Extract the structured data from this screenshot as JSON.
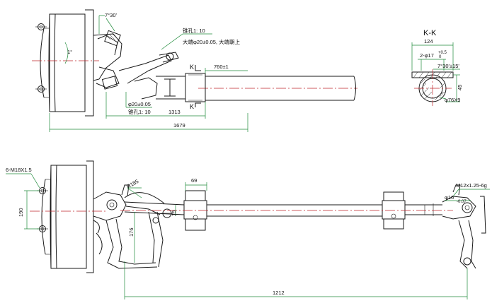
{
  "top_view": {
    "angle_7_30": "7°30'",
    "angle_1": "1°",
    "taper_note_1": "锥孔1: 10",
    "taper_note_2": "大端φ20±0.05, 大端朝上",
    "dim_760": "760±1",
    "dim_phi20": "φ20±0.05",
    "taper_note_3": "锥孔1: 10",
    "dim_1313": "1313",
    "dim_1679": "1679",
    "section_k1": "K",
    "section_k2": "K"
  },
  "section_kk": {
    "title": "K-K",
    "dim_124": "124",
    "dim_hole": "2-φ17",
    "dim_hole_tol_upper": "+0.5",
    "dim_hole_tol_lower": "0",
    "dim_angle": "7°30'±15'",
    "dim_45": "45",
    "dim_76x9": "φ76X9"
  },
  "front_view": {
    "dim_bolts": "6-M18X1.5",
    "dim_190": "190",
    "dim_r185": "R185",
    "dim_69": "69",
    "dim_19": "19",
    "dim_176": "176",
    "dim_1212": "1212",
    "dim_thread": "M12x1.25-6g",
    "dim_phi16": "φ16",
    "dim_phi16_tol": "-0.07"
  }
}
